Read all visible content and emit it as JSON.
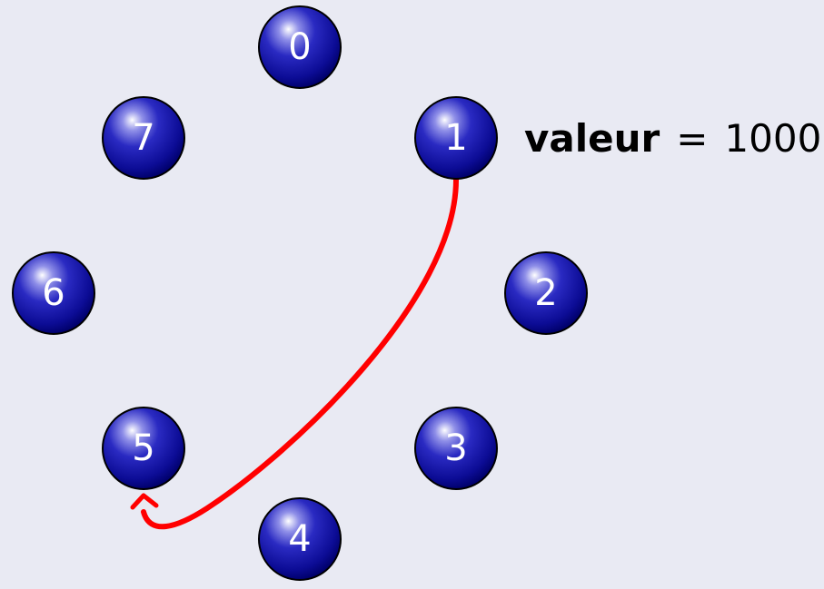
{
  "nodes": [
    {
      "label": "0"
    },
    {
      "label": "1"
    },
    {
      "label": "2"
    },
    {
      "label": "3"
    },
    {
      "label": "4"
    },
    {
      "label": "5"
    },
    {
      "label": "6"
    },
    {
      "label": "7"
    }
  ],
  "value_text": {
    "name": "valeur",
    "operator": "=",
    "value": "1000"
  },
  "arrow": {
    "from": "1",
    "to": "5",
    "color": "#ff0000"
  },
  "colors": {
    "background": "#e9eaf3",
    "node_fill_dark": "#00006b",
    "node_fill_light": "#ffffff",
    "node_label": "#ffffff"
  }
}
